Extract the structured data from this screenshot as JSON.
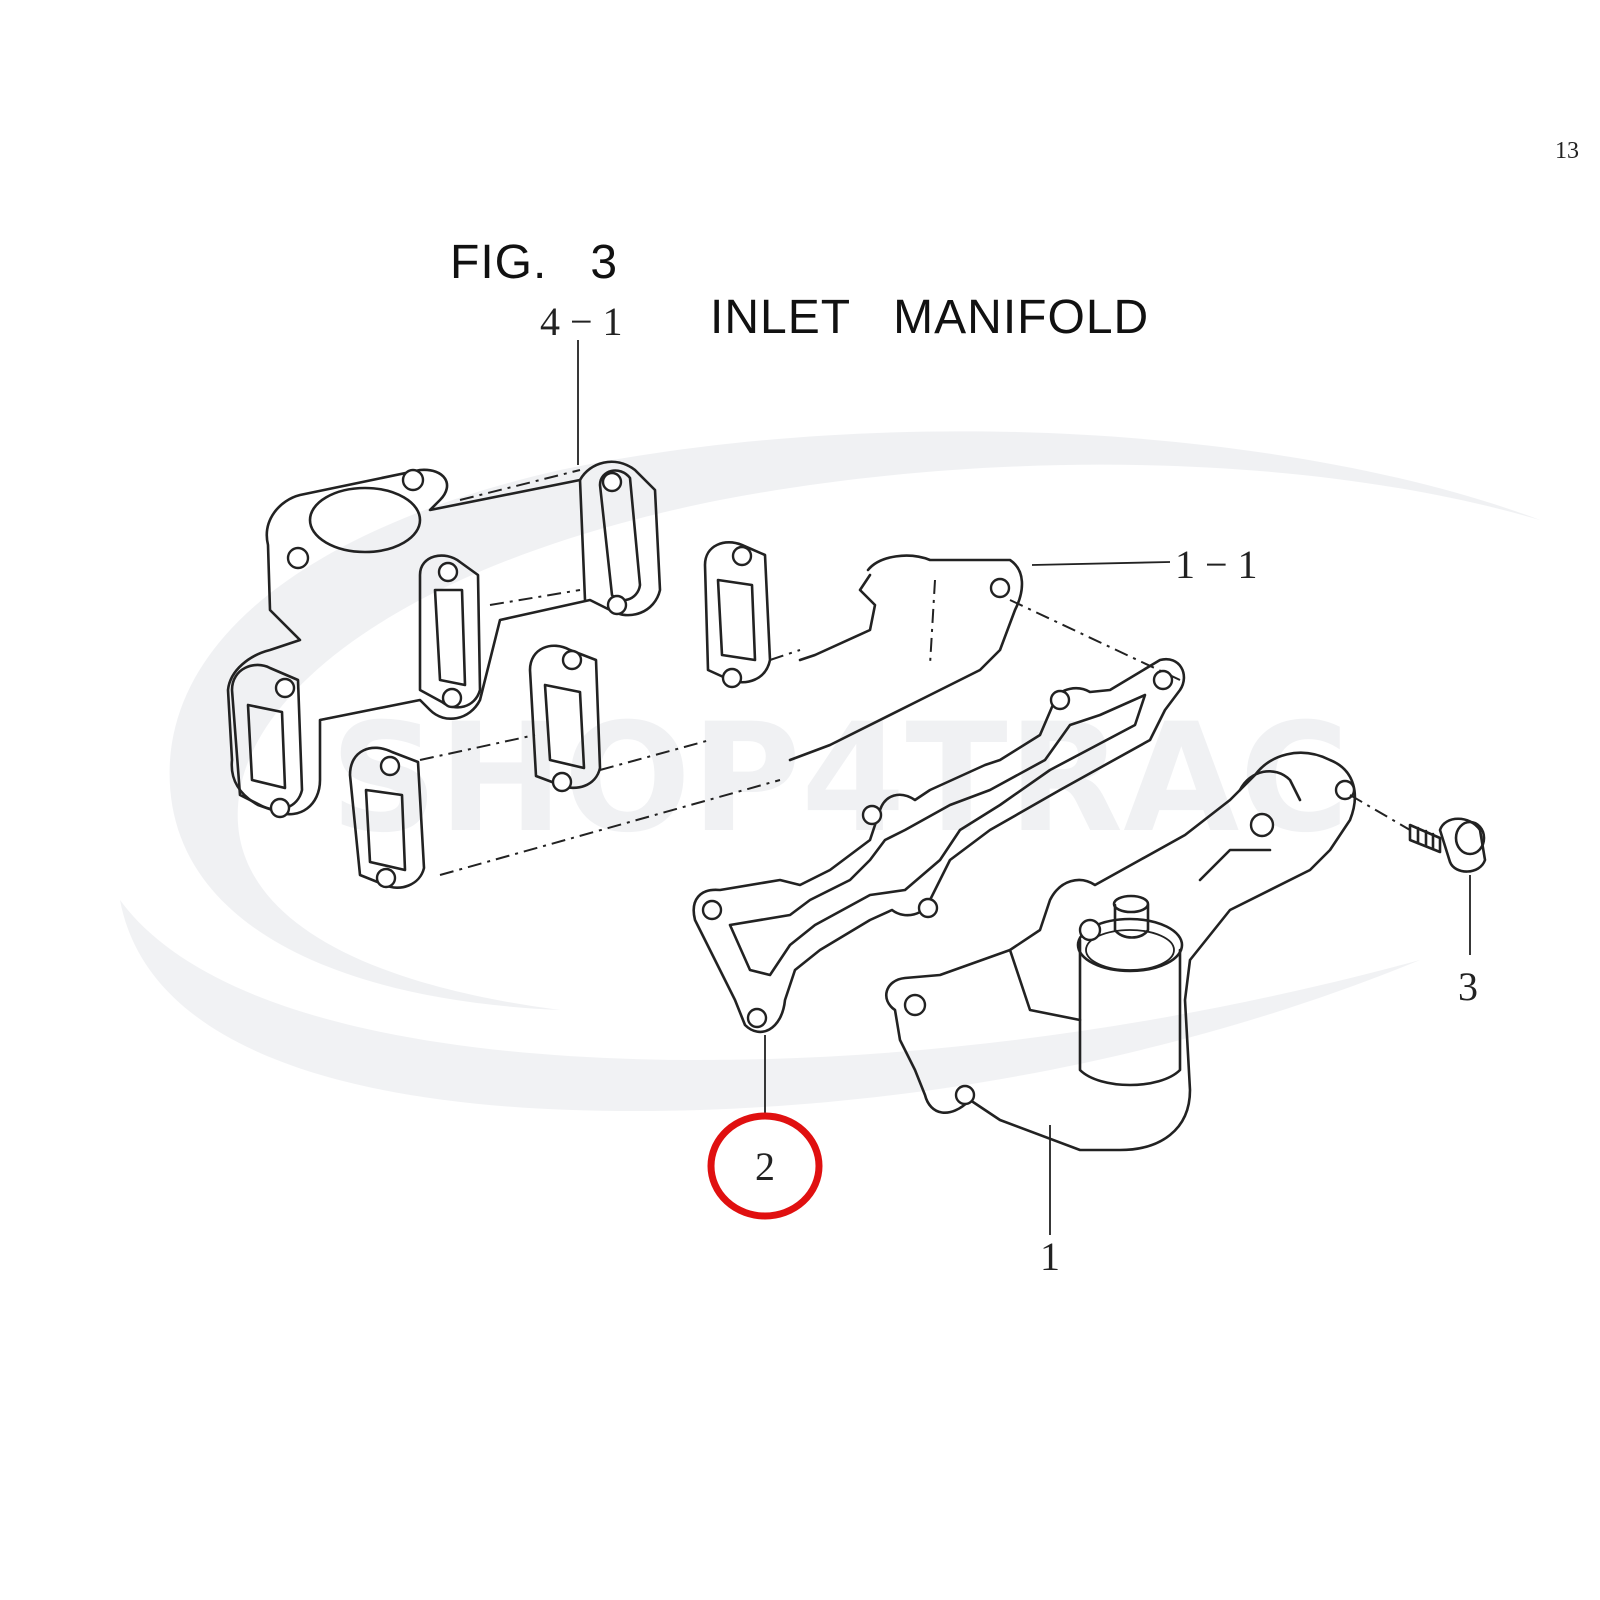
{
  "page_number": "13",
  "figure": {
    "number": "FIG.   3",
    "title": "INLET   MANIFOLD"
  },
  "watermark": {
    "text": "SHOP4TRAC",
    "color": "#e4e6ea"
  },
  "callouts": [
    {
      "id": "4-1",
      "label": "4 − 1"
    },
    {
      "id": "1-1",
      "label": "1 − 1"
    },
    {
      "id": "3",
      "label": "3"
    },
    {
      "id": "2",
      "label": "2"
    },
    {
      "id": "1",
      "label": "1"
    }
  ],
  "highlight": {
    "target": "2",
    "color": "#e01010"
  }
}
